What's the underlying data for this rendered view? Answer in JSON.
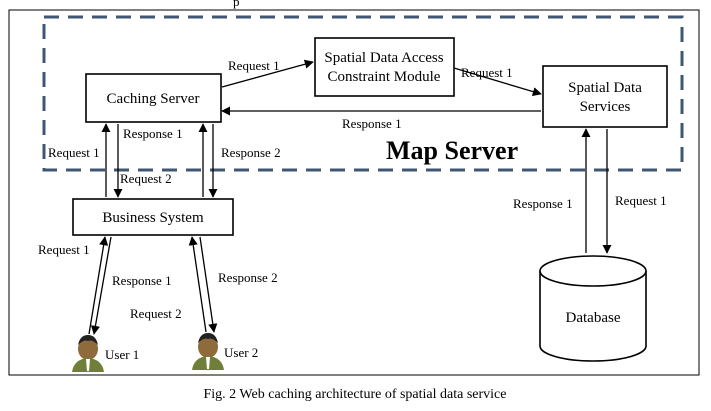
{
  "top_fragment": "p",
  "outer_frame": {},
  "map_server": {
    "title": "Map Server",
    "border_color": "#3f5773"
  },
  "nodes": {
    "caching_server": "Caching Server",
    "access_module": {
      "line1": "Spatial Data Access",
      "line2": "Constraint Module"
    },
    "spatial_services": {
      "line1": "Spatial Data",
      "line2": "Services"
    },
    "business_system": "Business System",
    "database": "Database",
    "user1": "User 1",
    "user2": "User 2"
  },
  "edge_labels": {
    "cache_to_module": "Request 1",
    "module_to_services": "Request 1",
    "services_to_cache": "Response 1",
    "business_to_cache": "Request 1",
    "cache_to_business_resp1": "Response 1",
    "business_to_cache_req2": "Request 2",
    "cache_to_business_resp2": "Response 2",
    "db_to_services": "Response 1",
    "services_to_db": "Request 1",
    "user1_to_business": "Request 1",
    "business_to_user1": "Response 1",
    "user2_to_business": "Request 2",
    "business_to_user2": "Response 2"
  },
  "caption": "Fig. 2 Web caching architecture of spatial data service",
  "colors": {
    "user_head": "#8f6a3a",
    "user_hair": "#222222",
    "user_body": "#6f7f3a",
    "user_tie": "#ffffff"
  }
}
